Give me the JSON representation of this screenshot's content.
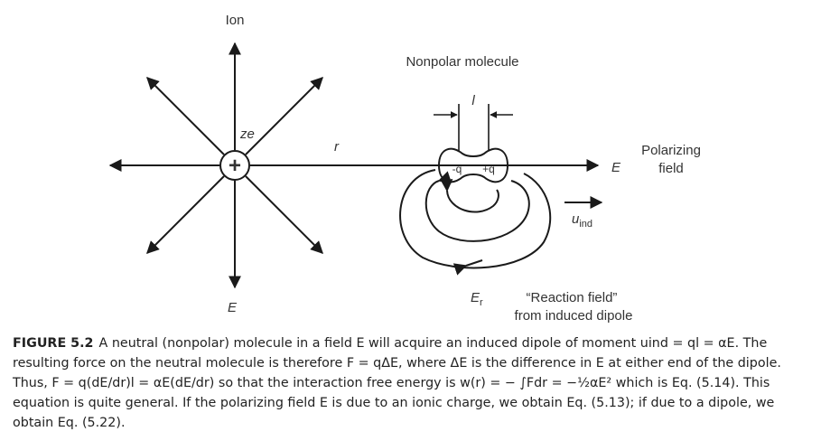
{
  "figure": {
    "ion_label": "Ion",
    "ion_charge": "ze",
    "ion_sign": "+",
    "ion_field_label": "E",
    "distance_label": "r",
    "molecule_title": "Nonpolar molecule",
    "separation_label": "l",
    "neg_charge": "-q",
    "pos_charge": "+q",
    "field_label": "E",
    "polarizing_line1": "Polarizing",
    "polarizing_line2": "field",
    "induced_dipole_main": "u",
    "induced_dipole_sub": "ind",
    "reaction_E_main": "E",
    "reaction_E_sub": "r",
    "reaction_line1": "“Reaction field”",
    "reaction_line2": "from induced dipole"
  },
  "caption": {
    "label": "FIGURE 5.2",
    "text": "A neutral (nonpolar) molecule in a field E will acquire an induced dipole of moment uind = ql = αE. The resulting force on the neutral molecule is therefore F = qΔE, where ΔE is the difference in E at either end of the dipole. Thus, F = q(dE/dr)l = αE(dE/dr) so that the interaction free energy is w(r) = − ∫Fdr = −½αE² which is Eq. (5.14). This equation is quite general. If the polarizing field E is due to an ionic charge, we obtain Eq. (5.13); if due to a dipole, we obtain Eq. (5.22)."
  }
}
